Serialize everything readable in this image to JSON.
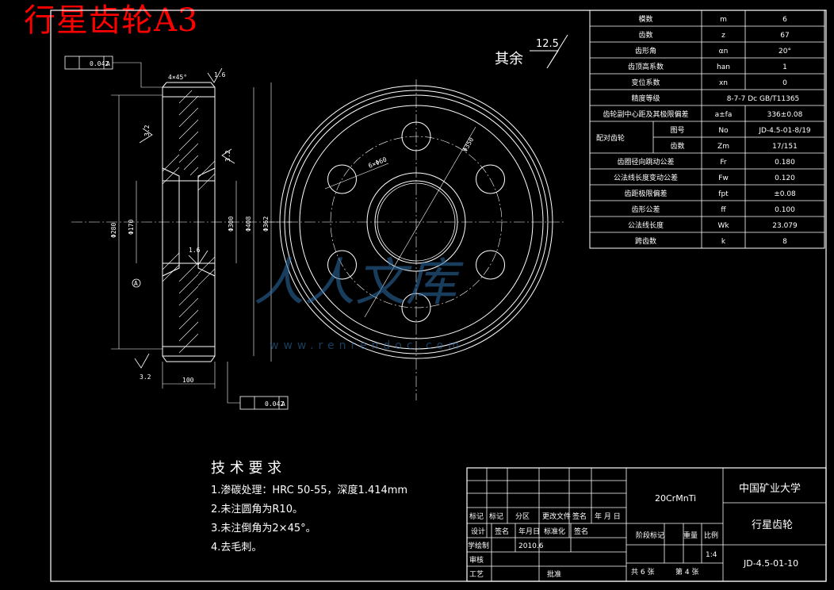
{
  "title": "行星齿轮A3",
  "roughness": {
    "label": "其余",
    "value": "12.5"
  },
  "params": [
    {
      "name": "模数",
      "symbol": "m",
      "value": "6"
    },
    {
      "name": "齿数",
      "symbol": "z",
      "value": "67"
    },
    {
      "name": "齿形角",
      "symbol": "αn",
      "value": "20°"
    },
    {
      "name": "齿顶高系数",
      "symbol": "han",
      "value": "1"
    },
    {
      "name": "变位系数",
      "symbol": "xn",
      "value": "0"
    },
    {
      "name": "精度等级",
      "symbol": "",
      "value": "8-7-7 Dc GB/T11365"
    },
    {
      "name": "齿轮副中心距及其极限偏差",
      "symbol": "a±fa",
      "value": "336±0.08"
    },
    {
      "name": "配对齿轮",
      "sub": "图号",
      "symbol": "No",
      "value": "JD-4.5-01-8/19"
    },
    {
      "name": "",
      "sub": "齿数",
      "symbol": "Zm",
      "value": "17/151"
    },
    {
      "name": "齿圈径向跳动公差",
      "symbol": "Fr",
      "value": "0.180"
    },
    {
      "name": "公法线长度变动公差",
      "symbol": "Fw",
      "value": "0.120"
    },
    {
      "name": "齿距极限偏差",
      "symbol": "fpt",
      "value": "±0.08"
    },
    {
      "name": "齿形公差",
      "symbol": "ff",
      "value": "0.100"
    },
    {
      "name": "公法线长度",
      "symbol": "Wk",
      "value": "23.079"
    },
    {
      "name": "跨齿数",
      "symbol": "k",
      "value": "8"
    }
  ],
  "tech": {
    "heading": "技 术 要 求",
    "items": [
      "1.渗碳处理：HRC 50-55，深度1.414mm",
      "2.未注圆角为R10。",
      "3.未注倒角为2×45°。",
      "4.去毛刺。"
    ]
  },
  "section_dims": {
    "chamfer": "4×45°",
    "rough_top": "1.6",
    "rough_mid": "1.6",
    "rough_left": "3.2",
    "rough_right": "3.2",
    "rough_bottom": "3.2",
    "width": "100",
    "d1": "Φ280",
    "d2": "Φ170",
    "d3": "Φ300",
    "d4": "Φ408",
    "d5": "Φ362",
    "tol1": "0.042",
    "tol1_datum": "A",
    "tol2": "0.042",
    "tol2_datum": "A",
    "datum": "A"
  },
  "face_dims": {
    "holes": "6×Φ60",
    "pcd": "Φ350"
  },
  "title_block": {
    "material": "20CrMnTi",
    "school": "中国矿业大学",
    "part_name": "行星齿轮",
    "drawing_no": "JD-4.5-01-10",
    "scale_label": "比例",
    "scale": "1:4",
    "stage_label": "阶段标记",
    "weight_label": "重量",
    "sheets": "共 6 张",
    "sheet_no": "第 4 张",
    "rev_headers": [
      "标记",
      "标记",
      "分区",
      "更改文件",
      "签名",
      "年 月 日"
    ],
    "row_design": [
      "设计",
      "签名",
      "年月日",
      "标准化",
      "签名"
    ],
    "student_label": "学绘制",
    "date": "2010.6",
    "review": "审核",
    "craft": "工艺",
    "approve": "批准"
  },
  "watermark": {
    "text": "人人文库",
    "url": "www.renrendoc.com"
  }
}
